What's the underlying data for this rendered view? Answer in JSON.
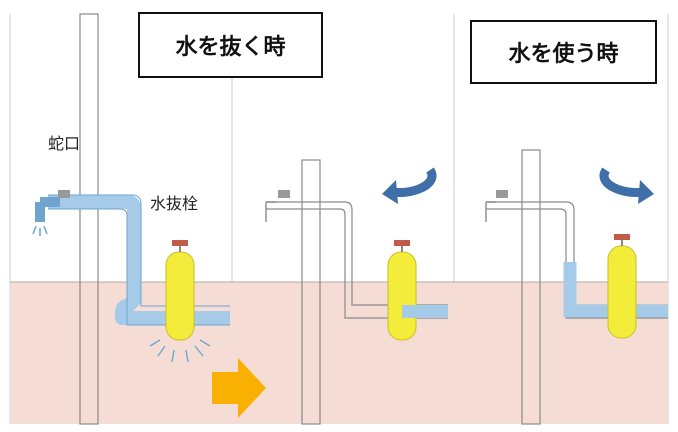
{
  "titles": {
    "drain": "水を抜く時",
    "use": "水を使う時"
  },
  "labels": {
    "faucet": "蛇口",
    "drain_valve": "水抜栓"
  },
  "colors": {
    "water": "#a6cbe8",
    "water_edge": "#6fa4cf",
    "ground": "#f5ddd6",
    "ground_line": "#b9a7a3",
    "valve_yellow": "#f4ec3a",
    "valve_knob": "#c25a4a",
    "arrow_orange": "#f9b000",
    "rotate_arrow": "#3f6fa8",
    "pipe_outline": "#8a8a8a"
  },
  "icons": {
    "step_arrow": "right-arrow-icon",
    "rotate_close": "counterclockwise-arrow-icon",
    "rotate_open": "clockwise-arrow-icon"
  },
  "panels": [
    {
      "id": "drain-in-progress",
      "pipe_water": "full",
      "dripping_faucet": true,
      "valve_leaking": true
    },
    {
      "id": "drained",
      "pipe_water": "valve-only",
      "rotation": "close"
    },
    {
      "id": "use",
      "pipe_water": "lower-only",
      "rotation": "open"
    }
  ]
}
